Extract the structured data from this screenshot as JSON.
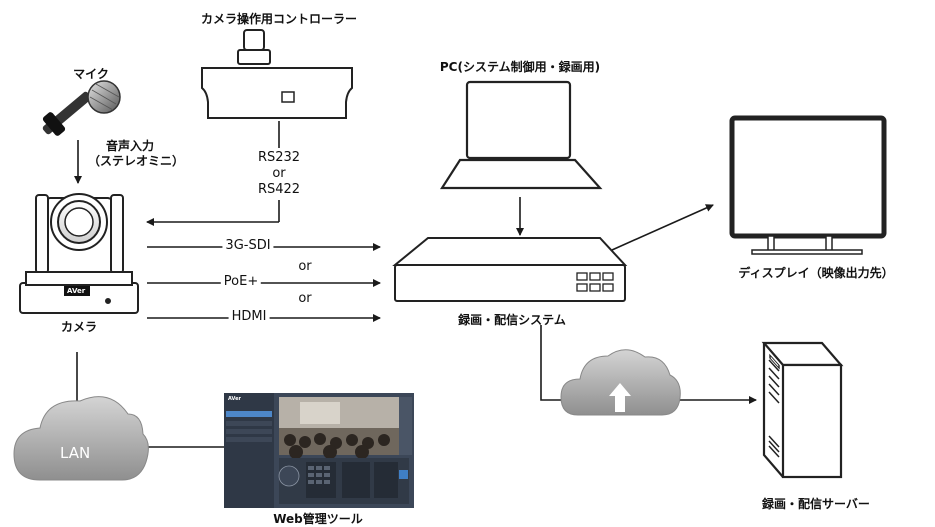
{
  "labels": {
    "controller": "カメラ操作用コントローラー",
    "mic": "マイク",
    "audio_input": "音声入力",
    "audio_input_sub": "（ステレオミニ）",
    "camera": "カメラ",
    "pc": "PC(システム制御用・録画用)",
    "display": "ディスプレイ（映像出力先）",
    "recorder": "録画・配信システム",
    "server": "録画・配信サーバー",
    "web_tool": "Web管理ツール",
    "lan": "LAN"
  },
  "connections": {
    "rs232": "RS232",
    "or": "or",
    "rs422": "RS422",
    "sdi": "3G-SDI",
    "poe": "PoE+",
    "hdmi": "HDMI"
  },
  "logos": {
    "camera_logo": "AVer",
    "ui_logo": "AVer"
  },
  "colors": {
    "line": "#1a1a1a",
    "cloud": "#a9a9a9",
    "device_outline": "#222222"
  }
}
